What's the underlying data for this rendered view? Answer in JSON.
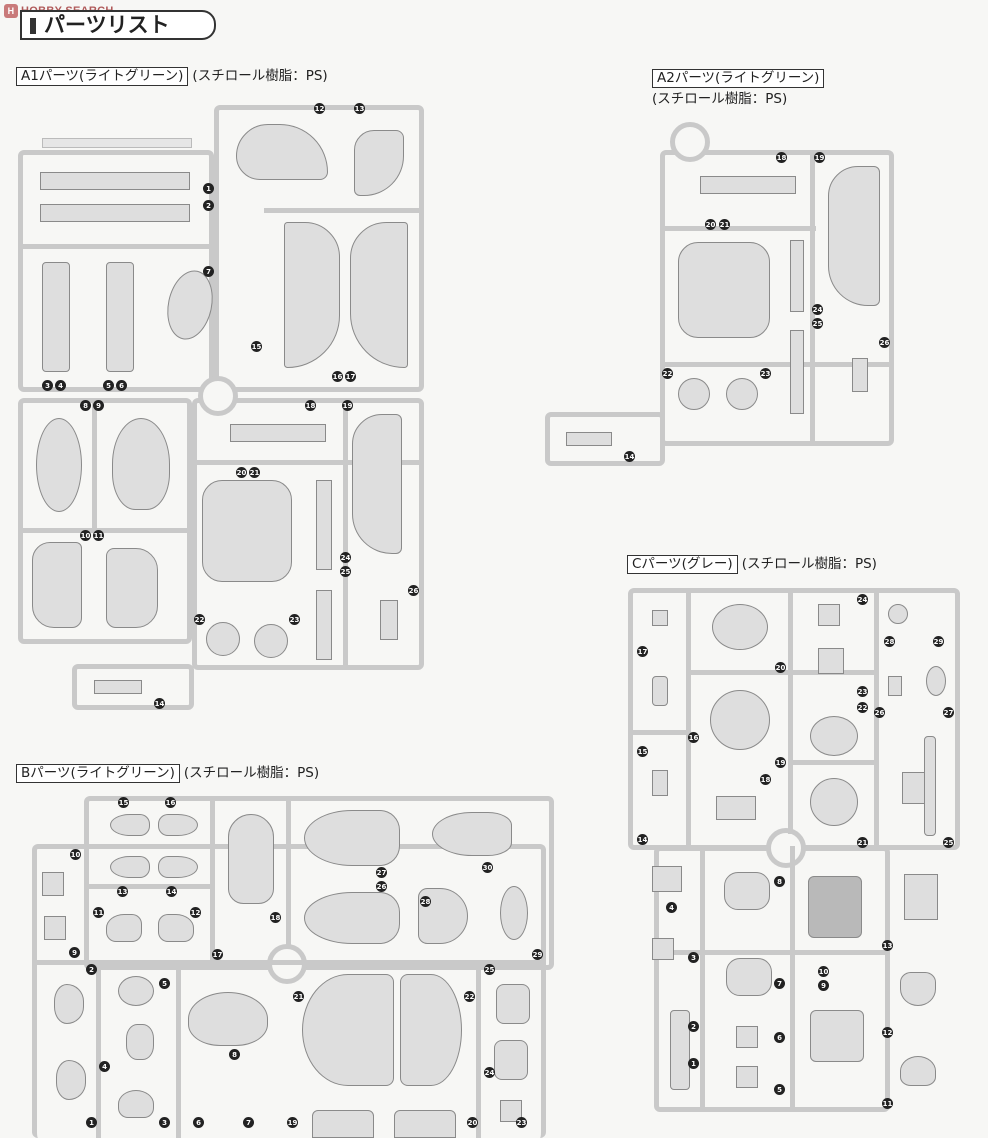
{
  "watermark": "HOBBY SEARCH",
  "title": "パーツリスト",
  "sections": {
    "a1": {
      "label": "A1パーツ(ライトグリーン)",
      "material": "(スチロール樹脂：PS)"
    },
    "a2": {
      "label": "A2パーツ(ライトグリーン)",
      "material": "(スチロール樹脂：PS)"
    },
    "b": {
      "label": "Bパーツ(ライトグリーン)",
      "material": "(スチロール樹脂：PS)"
    },
    "c": {
      "label": "Cパーツ(グレー)",
      "material": "(スチロール樹脂：PS)"
    }
  },
  "numbers": {
    "a1": [
      "12",
      "13",
      "1",
      "2",
      "7",
      "15",
      "3",
      "4",
      "5",
      "6",
      "16",
      "17",
      "8",
      "9",
      "18",
      "19",
      "20",
      "21",
      "10",
      "11",
      "24",
      "25",
      "26",
      "22",
      "23",
      "14"
    ],
    "a2": [
      "18",
      "19",
      "20",
      "21",
      "24",
      "25",
      "26",
      "22",
      "23",
      "14"
    ],
    "b": [
      "15",
      "16",
      "10",
      "13",
      "14",
      "11",
      "12",
      "18",
      "17",
      "9",
      "2",
      "5",
      "21",
      "22",
      "25",
      "8",
      "4",
      "3",
      "6",
      "7",
      "19",
      "20",
      "24",
      "23",
      "1",
      "27",
      "26",
      "28",
      "30",
      "29"
    ],
    "c": [
      "24",
      "28",
      "29",
      "17",
      "20",
      "22",
      "26",
      "27",
      "16",
      "19",
      "15",
      "18",
      "21",
      "14",
      "25",
      "4",
      "8",
      "13",
      "3",
      "10",
      "7",
      "9",
      "12",
      "2",
      "6",
      "1",
      "5",
      "11",
      "23"
    ]
  }
}
